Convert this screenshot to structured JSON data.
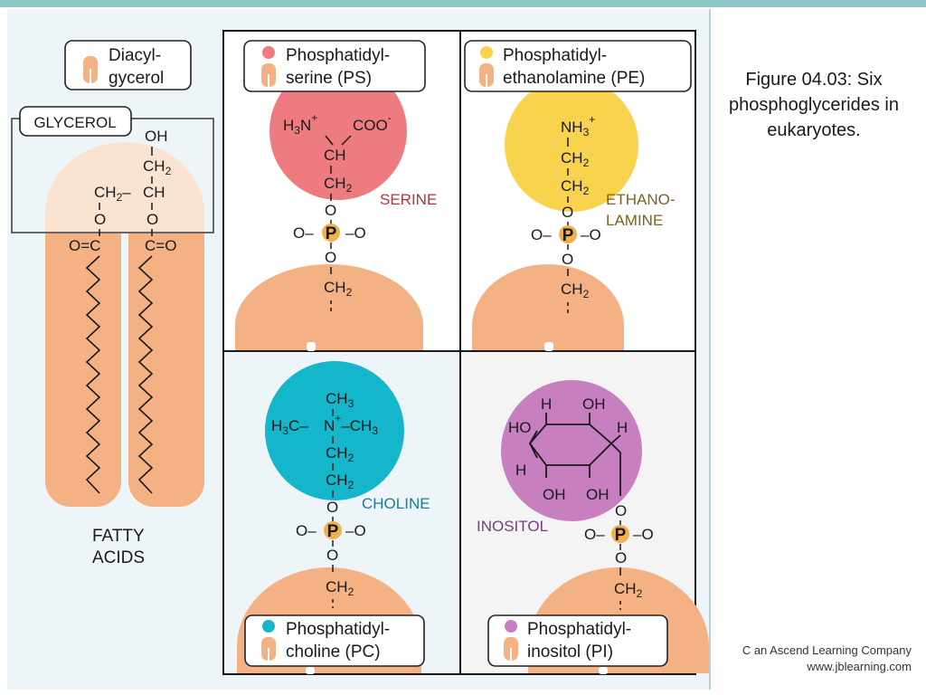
{
  "slide": {
    "caption": "Figure 04.03: Six phosphoglycerides in eukaryotes.",
    "credit_line1": "C an Ascend Learning Company",
    "credit_line2": "www.jblearning.com"
  },
  "colors": {
    "lipid_tail": "#f4b183",
    "glycerol_head": "#fbe3d2",
    "serine": "#ee7b7f",
    "ethanolamine": "#f8d34e",
    "choline": "#14b6cc",
    "inositol": "#c77fc0",
    "phosphate": "#f0b04e",
    "serine_text": "#b8323d",
    "ethanolamine_text": "#7a6320",
    "choline_text": "#1a7d92",
    "inositol_text": "#7a3a7c"
  },
  "diagram": {
    "diacylglycerol": {
      "legend_line1": "Diacyl-",
      "legend_line2": "gycerol",
      "glycerol_label": "GLYCEROL",
      "fatty_acids_line1": "FATTY",
      "fatty_acids_line2": "ACIDS"
    },
    "ps": {
      "legend_line1": "Phosphatidyl-",
      "legend_line2": "serine (PS)",
      "head_label": "SERINE"
    },
    "pe": {
      "legend_line1": "Phosphatidyl-",
      "legend_line2": "ethanolamine (PE)",
      "head_label_line1": "ETHANO-",
      "head_label_line2": "LAMINE"
    },
    "pc": {
      "legend_line1": "Phosphatidyl-",
      "legend_line2": "choline (PC)",
      "head_label": "CHOLINE"
    },
    "pi": {
      "legend_line1": "Phosphatidyl-",
      "legend_line2": "inositol (PI)",
      "head_label": "INOSITOL"
    }
  }
}
